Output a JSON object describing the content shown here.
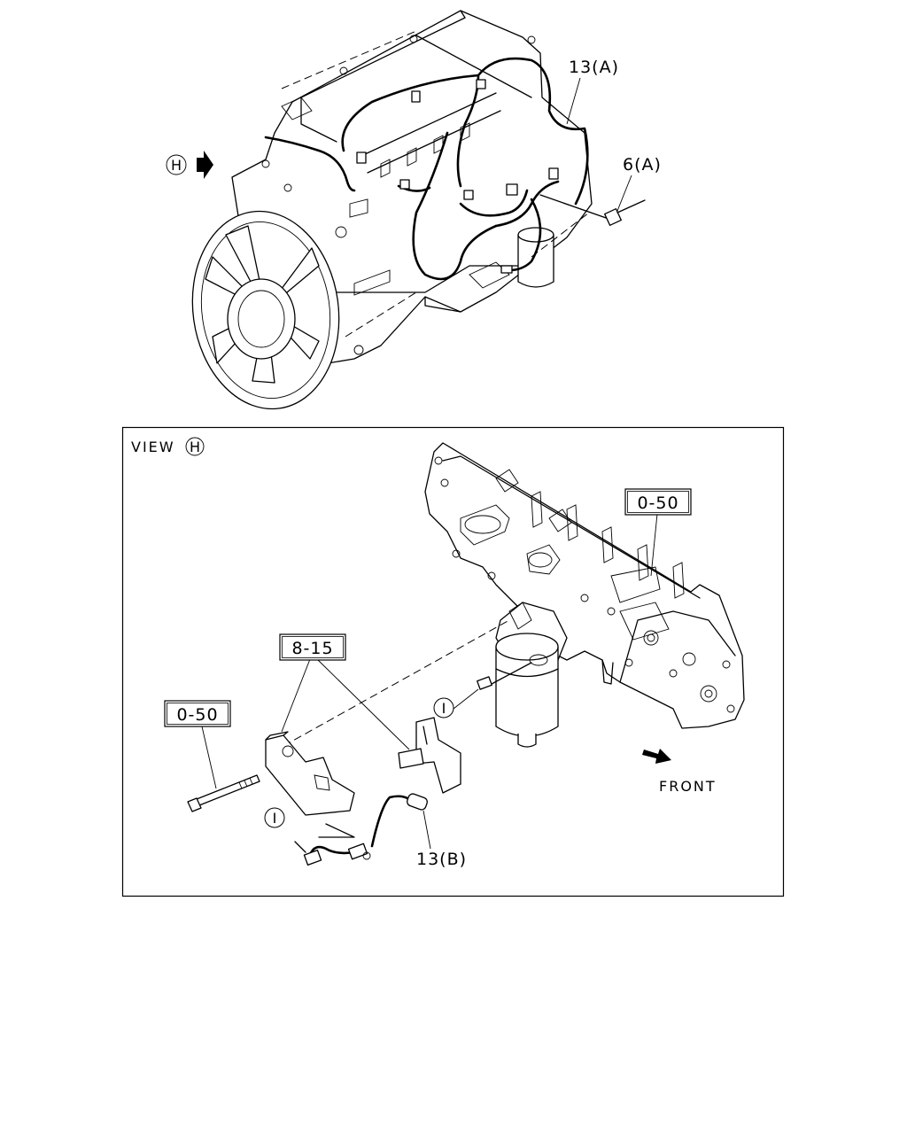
{
  "top_view": {
    "callout_13a": "13(A)",
    "callout_6a": "6(A)",
    "view_marker": "H"
  },
  "view_h": {
    "view_label": "VIEW",
    "view_marker": "H",
    "ref_050_upper": "0-50",
    "ref_050_lower": "0-50",
    "ref_815": "8-15",
    "callout_i_upper": "I",
    "callout_i_lower": "I",
    "callout_13b": "13(B)",
    "front_label": "FRONT"
  }
}
